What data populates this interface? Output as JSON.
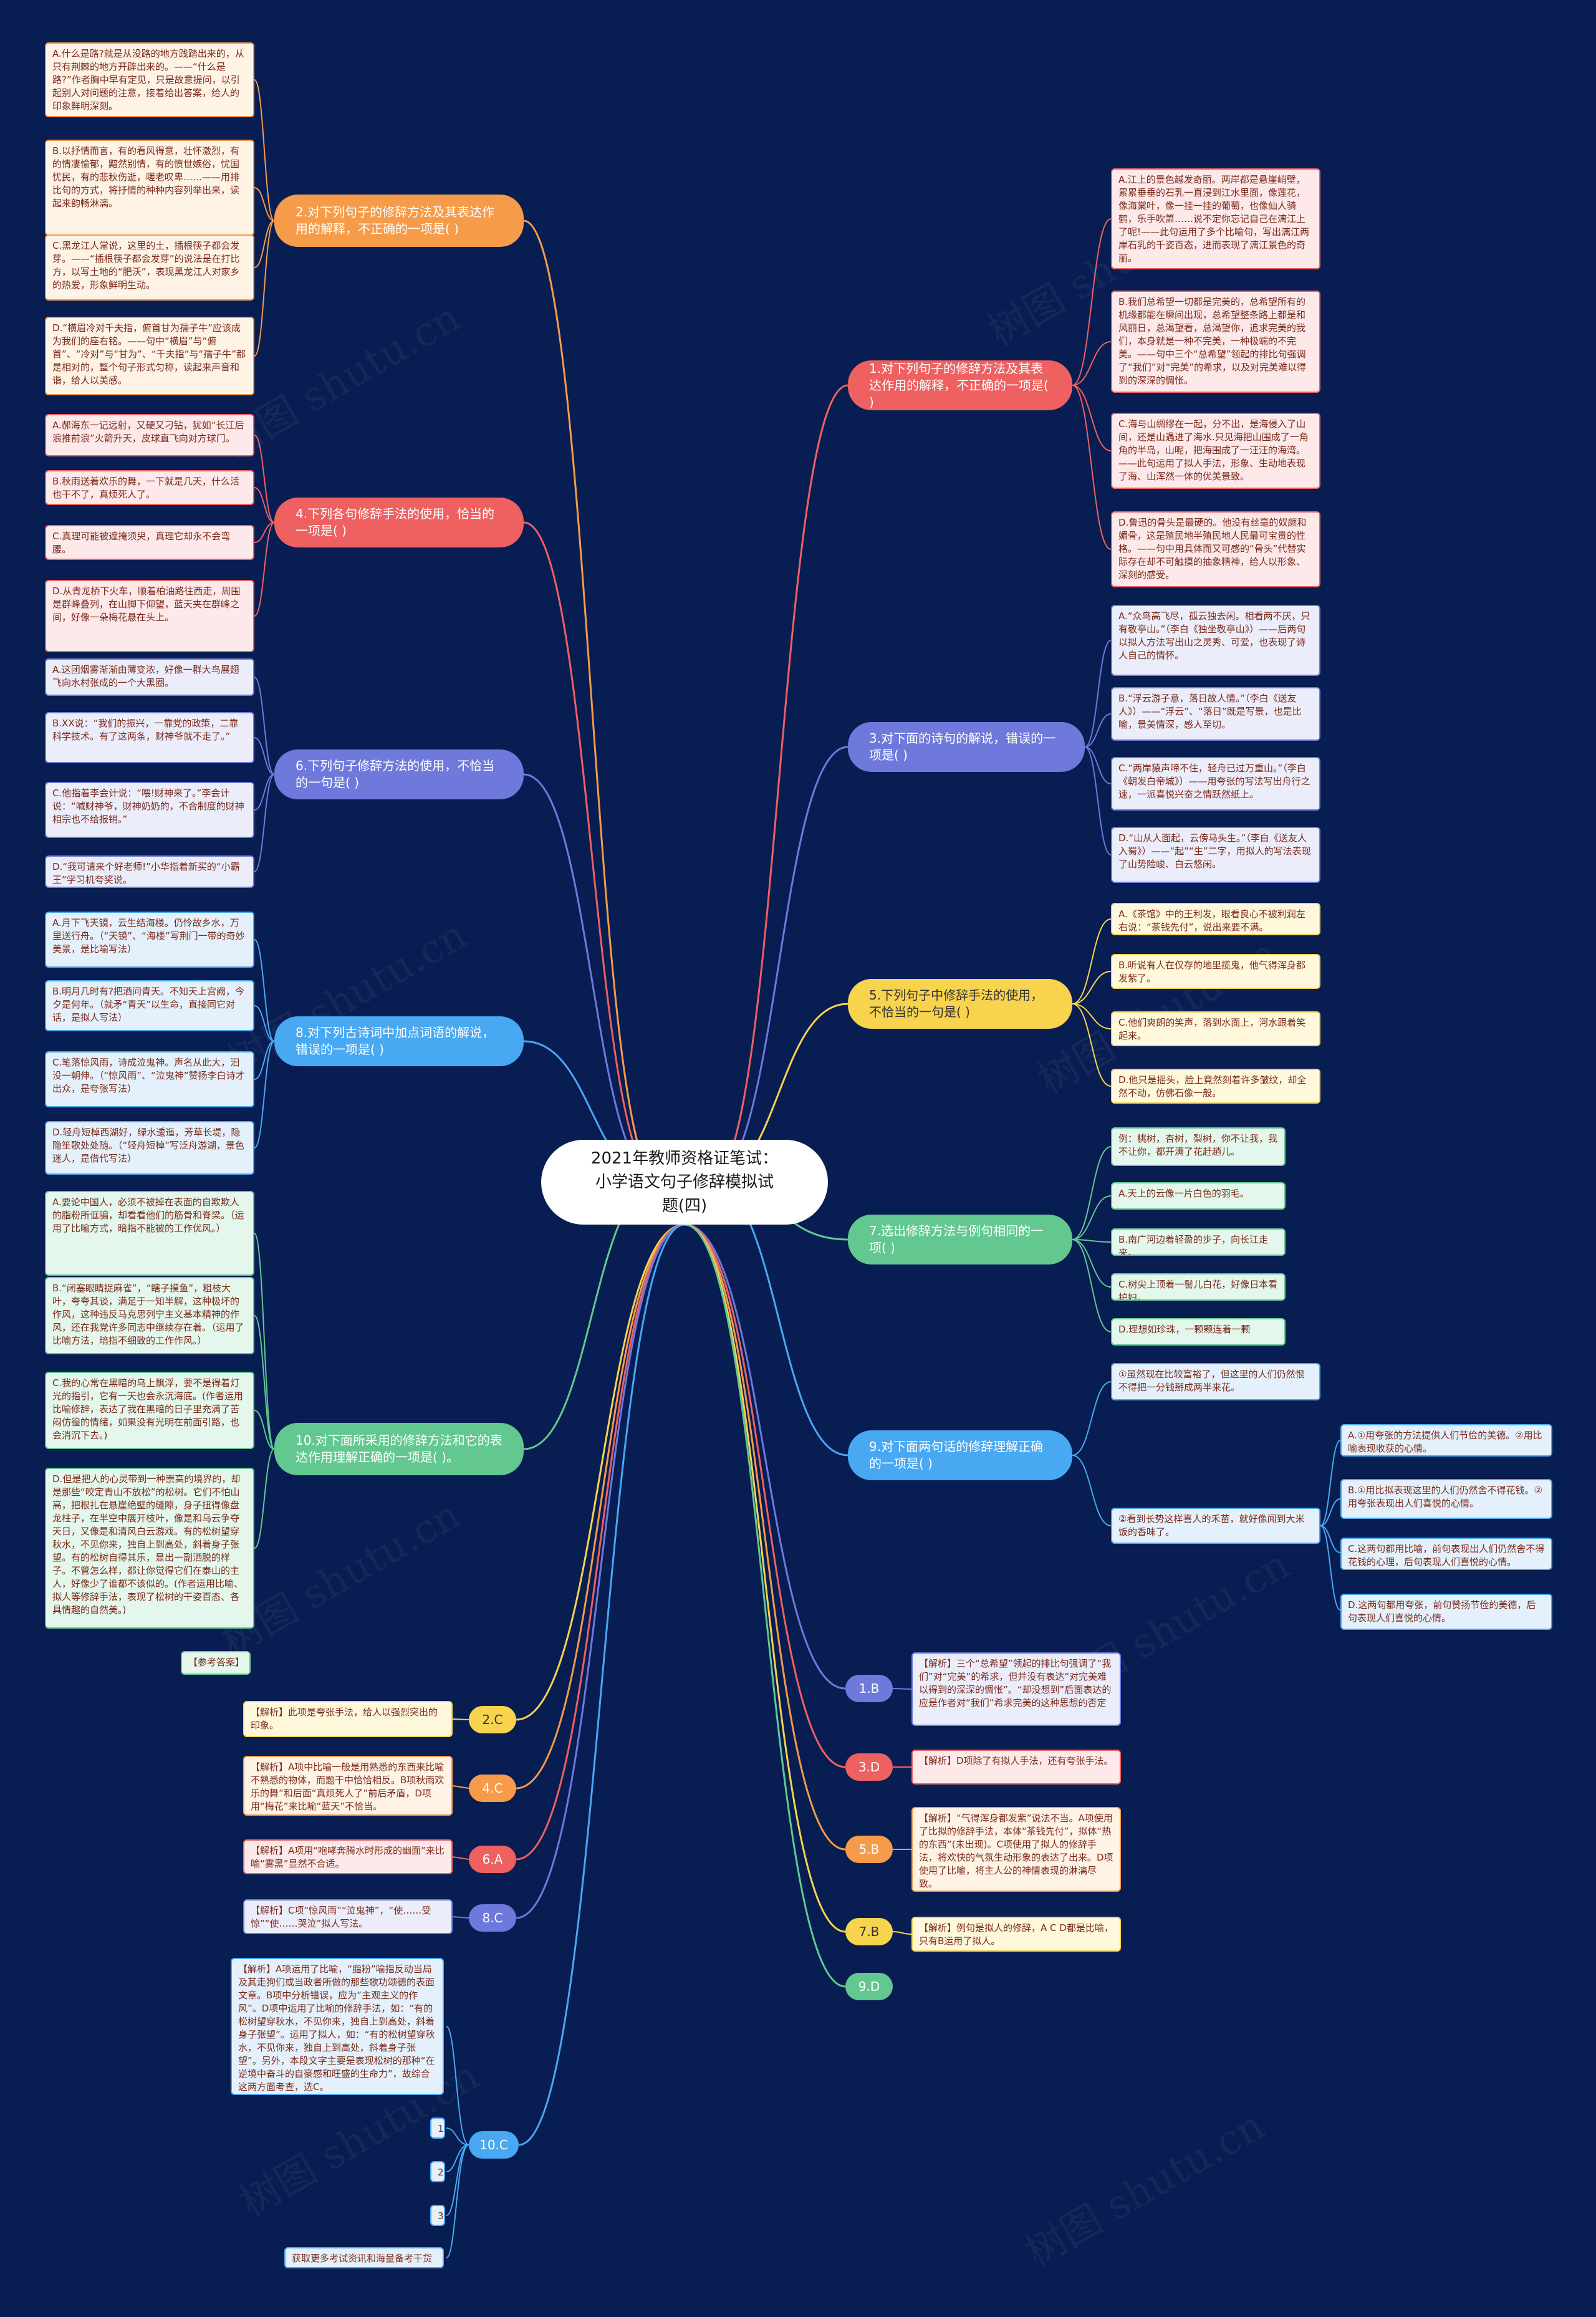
{
  "root": {
    "title": "2021年教师资格证笔试：\n小学语文句子修辞模拟试\n题(四)"
  },
  "colors": {
    "background": "#081d52",
    "orange": "#f59b4a",
    "orange_card": "#fff3e6",
    "red": "#ef6060",
    "red_card": "#fde9ea",
    "purple": "#6f79db",
    "purple_card": "#ecedfb",
    "yellow": "#f7d34e",
    "yellow_card": "#fff8dc",
    "green": "#63c890",
    "green_card": "#e4f7ec",
    "blue": "#48a8f2",
    "blue_card": "#e4f1fc",
    "red_pill": "#ef6060",
    "yellow_pill": "#f7d34e"
  },
  "watermark": "树图 shutu.cn",
  "questions": [
    {
      "id": "q1",
      "label": "1.对下列句子的修辞方法及其表达作用的解释，不正确的一项是( )",
      "color": "red",
      "options": [
        "A.江上的景色越发奇丽。两岸都是悬崖峭壁，累累垂垂的石乳一直浸到江水里面，像莲花，像海棠叶，像一挂一挂的葡萄，也像仙人骑鹤，乐手吹箫……说不定你忘记自己在漓江上了呢!——此句运用了多个比喻句，写出漓江两岸石乳的千姿百态，进而表现了漓江景色的奇丽。",
        "B.我们总希望一切都是完美的，总希望所有的机缘都能在瞬间出现，总希望整条路上都是和风丽日，总渴望看，总渴望你，追求完美的我们，本身就是一种不完美，一种极端的不完美。——句中三个“总希望”领起的排比句强调了“我们”对“完美”的希求，以及对完美难以得到的深深的惆怅。",
        "C.海与山绸缪在一起，分不出，是海侵入了山间，还是山遇进了海水.只见海把山围成了一角角的半岛，山呢，把海围成了一汪汪的海湾。——此句运用了拟人手法，形象、生动地表现了海、山浑然一体的优美景致。",
        "D.鲁迅的骨头是最硬的。他没有丝毫的奴颜和媚骨，这是殖民地半殖民地人民最可宝贵的性格。——句中用具体而又可感的“骨头”代替实际存在却不可触摸的抽象精神，给人以形象、深刻的感受。"
      ]
    },
    {
      "id": "q2",
      "label": "2.对下列句子的修辞方法及其表达作用的解释，不正确的一项是( )",
      "color": "orange",
      "options": [
        "A.什么是路?就是从没路的地方践踏出来的，从只有荆棘的地方开辟出来的。——“什么是路?”作者胸中早有定见，只是故意提问，以引起别人对问题的注意，接着给出答案，给人的印象鲜明深刻。",
        "B.以抒情而言，有的看风得意，壮怀激烈，有的情凄愉郁，黯然别情，有的愤世嫉俗，忧国忧民，有的悲秋伤逝，嗟老叹卑……——用排比句的方式，将抒情的种种内容列举出来，读起来韵畅淋漓。",
        "C.黑龙江人常说，这里的土，插根筷子都会发芽。——“插根筷子都会发芽”的说法是在打比方，以写土地的“肥沃”，表现黑龙江人对家乡的热爱，形象鲜明生动。",
        "D.“横眉冷对千夫指，俯首甘为孺子牛”应该成为我们的座右铭。——句中“横眉”与“俯首”、“冷对”与“甘为”、“千夫指”与“孺子牛”都是相对的，整个句子形式匀称，读起来声音和谐，给人以美感。"
      ]
    },
    {
      "id": "q3",
      "label": "3.对下面的诗句的解说，错误的一项是( )",
      "color": "purple",
      "options": [
        "A.“众鸟高飞尽，孤云独去闲。相看两不厌，只有敬亭山。”（李白《独坐敬亭山》）——后两句以拟人方法写出山之灵秀、可爱，也表现了诗人自己的情怀。",
        "B.“浮云游子意，落日故人情。”（李白《送友人》）——“浮云”、“落日”既是写景，也是比喻，景美情深，感人至切。",
        "C.“两岸猿声啼不住，轻舟已过万重山。”（李白《朝发白帝城》）——用夸张的写法写出舟行之速，一派喜悦兴奋之情跃然纸上。",
        "D.“山从人面起，云傍马头生。”（李白《送友人入蜀》）——“起”“生”二字，用拟人的写法表现了山势险峻、白云悠闲。"
      ]
    },
    {
      "id": "q4",
      "label": "4.下列各句修辞手法的使用，恰当的一项是( )",
      "color": "red",
      "options": [
        "A.郝海东一记远射，又硬又刁钻，犹如“长江后浪推前浪”火箭升天，皮球直飞向对方球门。",
        "B.秋雨送着欢乐的舞，一下就是几天，什么活也干不了，真烦死人了。",
        "C.真理可能被遮掩须臾，真理它却永不会弯腰。",
        "D.从青龙桥下火车，顺着柏油路往西走，周围是群峰叠列，在山脚下仰望，蓝天夹在群峰之间，好像一朵梅花悬在头上。"
      ]
    },
    {
      "id": "q5",
      "label": "5.下列句子中修辞手法的使用，不恰当的一句是( )",
      "color": "yellow",
      "options": [
        "A.《茶馆》中的王利发，眼看良心不被利润左右说：“茶钱先付”，说出来要不满。",
        "B.听说有人在仅存的地里揽鬼，他气得浑身都发紫了。",
        "C.他们爽朗的笑声，落到水面上，河水跟着笑起来。",
        "D.他只是摇头，脸上竟然刻着许多皱纹，却全然不动，仿佛石像一般。"
      ]
    },
    {
      "id": "q6",
      "label": "6.下列句子修辞方法的使用，不恰当的一句是( )",
      "color": "purple",
      "options": [
        "A.这团烟雾渐渐由薄变浓，好像一群大鸟展翅飞向水村张成的一个大黑圈。",
        "B.XX说：“我们的振兴，一靠党的政策，二靠科学技术。有了这两条，财神爷就不走了。”",
        "C.他指着李会计说：“喂!财神来了。”李会计说：“喊财神爷，财神奶奶的，不合制度的财神相宗也不给报销。”",
        "D.“我可请来个好老师!”小华指着新买的“小霸王”学习机夸奖说。"
      ]
    },
    {
      "id": "q7",
      "label": "7.选出修辞方法与例句相同的一项( )",
      "color": "green",
      "options": [
        "例：桃树，杏树，梨树，你不让我，我不让你，都开满了花赶趟儿。",
        "A.天上的云像一片白色的羽毛。",
        "B.南广河边着轻盈的步子，向长江走来。",
        "C.树尖上顶着一髻儿白花，好像日本看护妇。",
        "D.理想如珍珠，一颗颗连着一颗"
      ]
    },
    {
      "id": "q8",
      "label": "8.对下列古诗词中加点词语的解说，错误的一项是( )",
      "color": "blue",
      "options": [
        "A.月下飞天镜，云生结海楼。仍怜故乡水，万里送行舟。（“天镜”、“海楼”写荆门一带的奇妙美景，是比喻写法）",
        "B.明月几时有?把酒问青天。不知天上宫阙，今夕是何年。（就矛“青天”以生命，直接同它对话，是拟人写法）",
        "C.笔落惊风雨，诗成泣鬼神。声名从此大，汩没一朝伸。（“惊风雨”、“泣鬼神”赞扬李白诗才出众，是夸张写法）",
        "D.轻舟短棹西湖好，绿水逶迤，芳草长堤，隐隐笙歌处处随。（“轻舟短棹”写泛舟游湖，景色迷人，是借代写法）"
      ]
    },
    {
      "id": "q9",
      "label": "9.对下面两句话的修辞理解正确的一项是( )",
      "color": "blue",
      "statements": [
        "①虽然现在比较富裕了，但这里的人们仍然恨不得把一分钱掰成两半来花。",
        "②看到长势这样喜人的禾苗，就好像闻到大米饭的香味了。"
      ],
      "options": [
        "A.①用夸张的方法提供人们节俭的美德。②用比喻表现收获的心情。",
        "B.①用比拟表现这里的人们仍然舍不得花钱。②用夸张表现出人们喜悦的心情。",
        "C.这两句都用比喻，前句表现出人们仍然舍不得花钱的心理，后句表现人们喜悦的心情。",
        "D.这两句都用夸张，前句赞扬节俭的美德，后句表现人们喜悦的心情。"
      ]
    },
    {
      "id": "q10",
      "label": "10.对下面所采用的修辞方法和它的表达作用理解正确的一项是( )。",
      "color": "green",
      "options": [
        "A.要论中国人，必须不被掉在表面的自欺欺人的脂粉所诓骗，却看看他们的筋骨和脊梁。（运用了比喻方式，暗指不能被的工作优风。）",
        "B.“闭塞眼睛捉麻雀”，“瞎子摸鱼”，粗枝大叶，夸夸其谈，满足于一知半解，这种极坏的作风，这种违反马克思列宁主义基本精神的作风，还在我党许多同志中继续存在着。（运用了比喻方法，暗指不细致的工作作风。）",
        "C.我的心常在黑暗的乌上飘浮，要不是得着灯光的指引，它有一天也会永沉海底。(作者运用比喻修辞，表达了我在黑暗的日子里充满了苦闷仿徨的情绪，如果没有光明在前面引路，也会消沉下去。)",
        "D.但是把人的心灵带到一种崇高的境界的，却是那些“咬定青山不放松”的松树。它们不怕山高，把根扎在悬崖绝壁的缝隙，身子扭得像盘龙柱子，在半空中展开枝叶，像是和乌云争夺天日，又像是和清风白云游戏。有的松树望穿秋水，不见你来，独自上到高处，斜着身子张望。有的松树自得其乐，显出一副洒脱的样子。不管怎么样，都让你觉得它们在泰山的主人，好像少了谁都不该似的。(作者运用比喻、拟人等修辞手法，表现了松树的干姿百态、各具情趣的自然美。)"
      ],
      "footer": "【参考答案】"
    }
  ],
  "answers": [
    {
      "label": "1.B",
      "color": "purple",
      "explain": "【解析】三个“总希望”领起的排比句强调了“我们”对“完美”的希求，但并没有表达“对完美难以得到的深深的惆怅”。“却没想到”后面表达的应是作者对“我们”希求完美的这种思想的否定"
    },
    {
      "label": "2.C",
      "color": "yellow",
      "explain": "【解析】此项是夸张手法，给人以强烈突出的印象。"
    },
    {
      "label": "3.D",
      "color": "red",
      "explain": "【解析】D项除了有拟人手法，还有夸张手法。"
    },
    {
      "label": "4.C",
      "color": "orange",
      "explain": "【解析】A项中比喻一般是用熟悉的东西来比喻不熟悉的物体，而题干中恰恰相反。B项秋雨欢乐的舞”和后面“真烦死人了”前后矛盾，D项用“梅花”来比喻“蓝天”不恰当。"
    },
    {
      "label": "5.B",
      "color": "orange",
      "explain": "【解析】“气得浑身都发紫”说法不当。A项使用了比拟的修辞手法，本体“茶钱先付”，拟体“热的东西”(未出现)。C项使用了拟人的修辞手法，将欢快的气氛生动形象的表达了出来。D项使用了比喻，将主人公的神情表现的淋漓尽致。"
    },
    {
      "label": "6.A",
      "color": "red",
      "explain": "【解析】A项用“咆哮奔腾水时形成的幽面”来比喻“雾黑”显然不合适。"
    },
    {
      "label": "7.B",
      "color": "yellow",
      "explain": "【解析】例句是拟人的修辞，A C D都是比喻，只有B运用了拟人。"
    },
    {
      "label": "8.C",
      "color": "purple",
      "explain": "【解析】C项“惊风雨”“泣鬼神”，“使……受惊”“使……哭泣”拟人写法。"
    },
    {
      "label": "9.D",
      "color": "green",
      "explain": ""
    },
    {
      "label": "10.C",
      "color": "blue",
      "explain": "【解析】A项运用了比喻，“脂粉”喻指反动当局及其走狗们或当政者所做的那些歌功颂德的表面文章。B项中分析错误，应为“主观主义的作风”。D项中运用了比喻的修辞手法，如：“有的松树望穿秋水，不见你来，独自上到高处，斜着身子张望”。运用了拟人，如：“有的松树望穿秋水，不见你来，独自上到高处，斜着身子张望”。另外，本段文字主要是表现松树的那种“在逆境中奋斗的自豪感和旺盛的生命力”，故综合这两方面考查，选C。",
      "small": [
        "1",
        "2",
        "3"
      ],
      "footer": "获取更多考试资讯和海量备考干货"
    }
  ]
}
